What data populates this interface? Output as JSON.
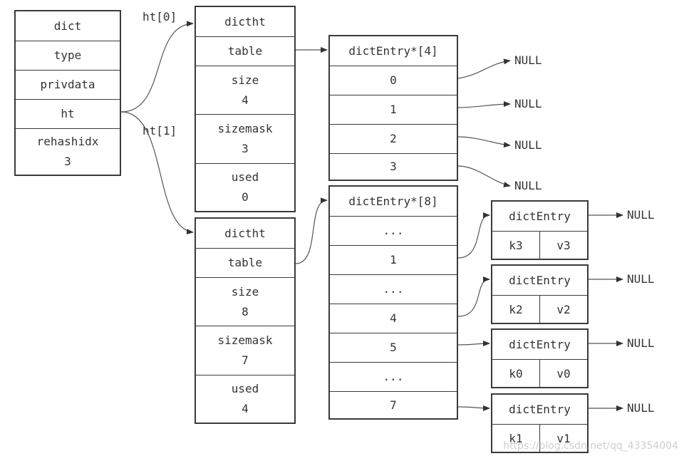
{
  "dict": {
    "title": "dict",
    "type": "type",
    "privdata": "privdata",
    "ht": "ht",
    "rehashidx": "rehashidx",
    "rehashidx_value": "3"
  },
  "edges": {
    "ht0": "ht[0]",
    "ht1": "ht[1]"
  },
  "ht0": {
    "title": "dictht",
    "table": "table",
    "size": "size",
    "size_value": "4",
    "sizemask": "sizemask",
    "sizemask_value": "3",
    "used": "used",
    "used_value": "0"
  },
  "ht1": {
    "title": "dictht",
    "table": "table",
    "size": "size",
    "size_value": "8",
    "sizemask": "sizemask",
    "sizemask_value": "7",
    "used": "used",
    "used_value": "4"
  },
  "table4": {
    "title": "dictEntry*[4]",
    "slots": [
      "0",
      "1",
      "2",
      "3"
    ]
  },
  "table8": {
    "title": "dictEntry*[8]",
    "slots": [
      "...",
      "1",
      "...",
      "4",
      "5",
      "...",
      "7"
    ]
  },
  "null_label": "NULL",
  "entries": [
    {
      "title": "dictEntry",
      "key": "k3",
      "value": "v3"
    },
    {
      "title": "dictEntry",
      "key": "k2",
      "value": "v2"
    },
    {
      "title": "dictEntry",
      "key": "k0",
      "value": "v0"
    },
    {
      "title": "dictEntry",
      "key": "k1",
      "value": "v1"
    }
  ],
  "watermark": "https://blog.csdn.net/qq_43354004"
}
